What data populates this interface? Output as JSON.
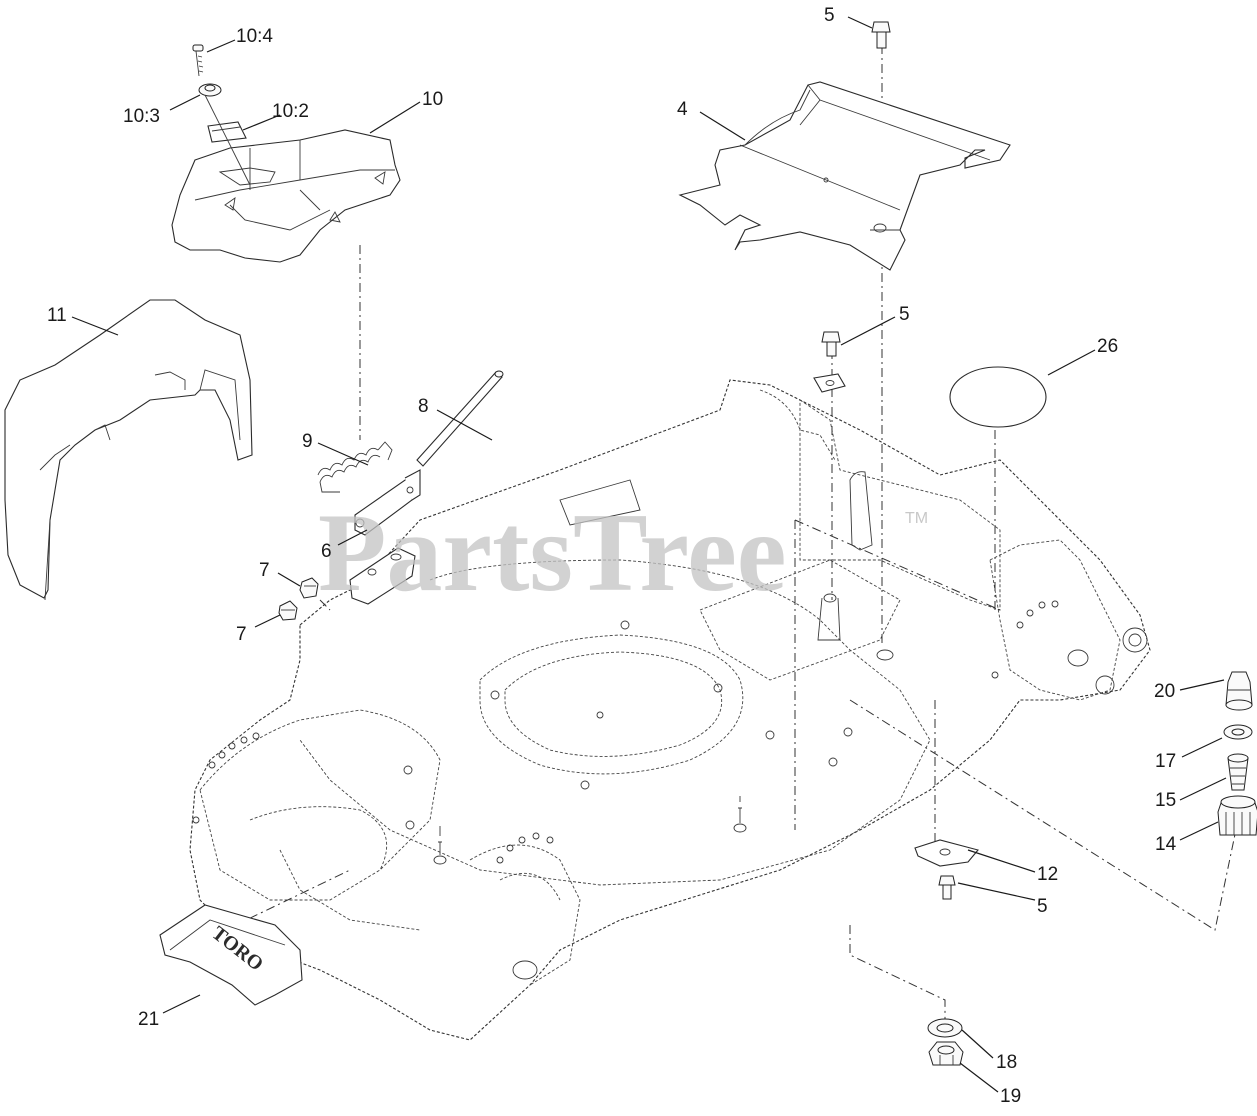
{
  "watermark": {
    "text": "PartsTree",
    "tm": "TM"
  },
  "logo": {
    "text": "TORO"
  },
  "callouts": {
    "c_10_4": "10:4",
    "c_10_3": "10:3",
    "c_10_2": "10:2",
    "c_10": "10",
    "c_11": "11",
    "c_8": "8",
    "c_9": "9",
    "c_6": "6",
    "c_7a": "7",
    "c_7b": "7",
    "c_5a": "5",
    "c_4": "4",
    "c_5b": "5",
    "c_26": "26",
    "c_20": "20",
    "c_17": "17",
    "c_15": "15",
    "c_14": "14",
    "c_12": "12",
    "c_5c": "5",
    "c_21": "21",
    "c_18": "18",
    "c_19": "19"
  },
  "colors": {
    "line": "#2b2b2b",
    "watermark": "#c4c4c4",
    "background": "#ffffff"
  }
}
